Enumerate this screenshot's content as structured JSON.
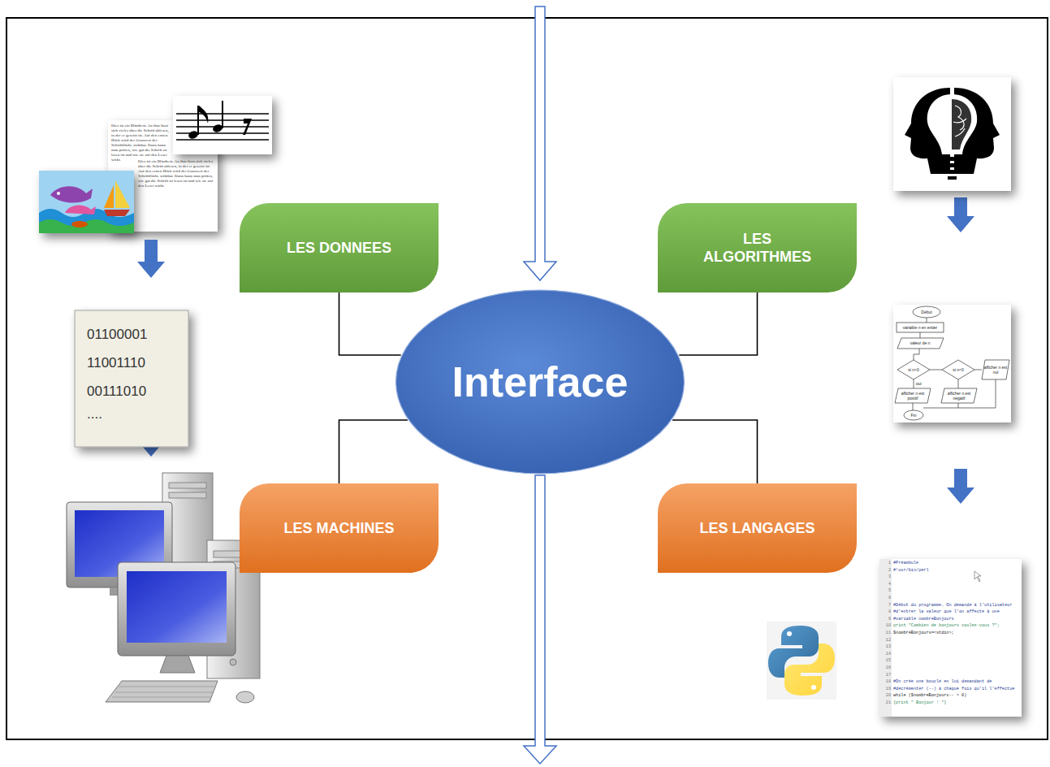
{
  "diagram": {
    "nodes": [
      {
        "text": [
          "LES DONNEES"
        ]
      },
      {
        "text": [
          "LES ALGORITHMES"
        ]
      },
      {
        "text": [
          "Interface"
        ]
      },
      {
        "text": [
          "LES MACHINES"
        ]
      },
      {
        "text": [
          "LES LANGAGES"
        ]
      }
    ],
    "edges": [
      {
        "from": 0,
        "to": 2,
        "arrow": "none"
      },
      {
        "from": 1,
        "to": 2,
        "arrow": "none"
      },
      {
        "from": 3,
        "to": 2,
        "arrow": "none"
      },
      {
        "from": 4,
        "to": 2,
        "arrow": "none"
      }
    ],
    "labels": [
      "Dies ist ein Blindtext. An ihm lässt sich vieles über die Schrift ablesen, in der er gesetzt ist. Auf den ersten Blick wird der Grauwert der Schriftfläche sichtbar. Dann kann man prüfen, wie gut die Schrift zu lesen ist und wie sie auf den Leser wirkt.",
      "Dies ist ein Blindtext. An ihm lässt sich vieles über die Schrift ablesen, in der er gesetzt ist. Auf den ersten Blick wird der Grauwert der Schriftfläche sichtbar. Dann kann man prüfen, wie gut die Schrift zu lesen ist und wie sie auf den Leser wirkt.",
      "01100001",
      "11001110",
      "00111010",
      "....",
      "Début",
      "variable n en entier",
      "valeur de n",
      "si n>0",
      "si n<0",
      "afficher n est nul",
      "oui",
      "afficher n est positif",
      "afficher n est négatif",
      "Fin",
      "#Préambule",
      "#!usr/bin/perl",
      "#Début du programme. On demande à l'utilisateur",
      "#d'entrer la valeur que l'on affecte à une",
      "#variable nombreBonjours",
      "print \"Combien de bonjours voulez-vous ?\";",
      "$nombreBonjours=<stdin>;",
      "#On crée une boucle en lui demandant de",
      "#décrémenter (--) à chaque fois qu'il l'effectue",
      "while ($nombreBonjours-- > 0)",
      "{print \" Bonjour ! \"}",
      "1",
      "2",
      "3",
      "4",
      "5",
      "6",
      "7",
      "8",
      "9",
      "10",
      "11",
      "12",
      "13",
      "14",
      "15",
      "16",
      "17",
      "18",
      "19",
      "20",
      "21"
    ]
  }
}
